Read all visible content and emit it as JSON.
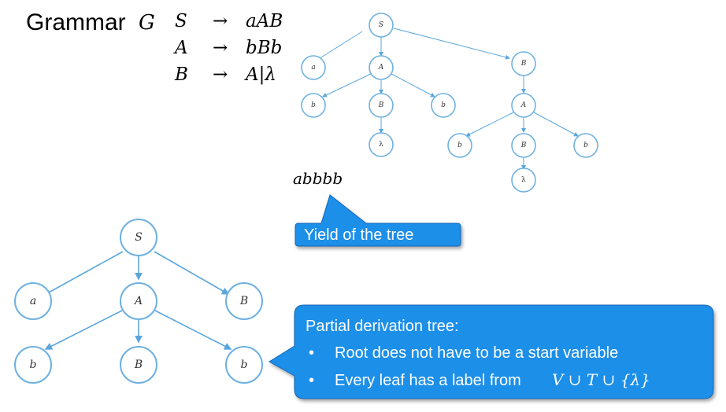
{
  "grammar": {
    "title": "Grammar",
    "symbol": "G",
    "rules": [
      {
        "lhs": "S",
        "arrow": "→",
        "rhs": "aAB"
      },
      {
        "lhs": "A",
        "arrow": "→",
        "rhs": "bBb"
      },
      {
        "lhs": "B",
        "arrow": "→",
        "rhs": "A|λ"
      }
    ]
  },
  "yield_word": "abbbb",
  "yield_callout": "Yield of the tree",
  "full_tree_labels": [
    "S",
    "a",
    "A",
    "B",
    "b",
    "B",
    "b",
    "λ",
    "A",
    "b",
    "B",
    "b",
    "λ"
  ],
  "partial_tree_labels": [
    "S",
    "a",
    "A",
    "B",
    "b",
    "B",
    "b"
  ],
  "partial_callout": {
    "title": "Partial derivation tree:",
    "bullet1": "Root does not have to be a start variable",
    "bullet2_text": "Every leaf has a label from",
    "bullet2_math": "V ∪ T ∪ {λ}"
  },
  "colors": {
    "callout_fill": "#1f8fe8",
    "edge": "#5aa6dc",
    "node_stroke": "#6fb1e0"
  }
}
